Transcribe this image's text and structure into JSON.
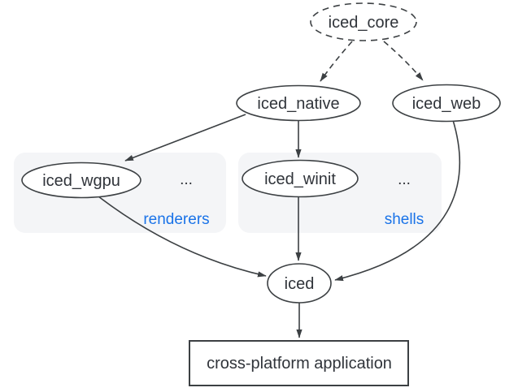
{
  "nodes": {
    "iced_core": {
      "label": "iced_core"
    },
    "iced_native": {
      "label": "iced_native"
    },
    "iced_web": {
      "label": "iced_web"
    },
    "iced_wgpu": {
      "label": "iced_wgpu"
    },
    "iced_winit": {
      "label": "iced_winit"
    },
    "iced": {
      "label": "iced"
    },
    "application": {
      "label": "cross-platform application"
    }
  },
  "groups": {
    "renderers": {
      "label": "renderers",
      "more": "..."
    },
    "shells": {
      "label": "shells",
      "more": "..."
    }
  },
  "edges": [
    {
      "from": "iced_core",
      "to": "iced_native",
      "style": "dashed"
    },
    {
      "from": "iced_core",
      "to": "iced_web",
      "style": "dashed"
    },
    {
      "from": "iced_native",
      "to": "iced_wgpu",
      "style": "solid"
    },
    {
      "from": "iced_native",
      "to": "iced_winit",
      "style": "solid"
    },
    {
      "from": "iced_wgpu",
      "to": "iced",
      "style": "solid"
    },
    {
      "from": "iced_winit",
      "to": "iced",
      "style": "solid"
    },
    {
      "from": "iced_web",
      "to": "iced",
      "style": "solid"
    },
    {
      "from": "iced",
      "to": "application",
      "style": "solid"
    }
  ],
  "colors": {
    "accent": "#1a73e8",
    "stroke": "#3c4043",
    "group_fill": "#f4f5f7"
  }
}
